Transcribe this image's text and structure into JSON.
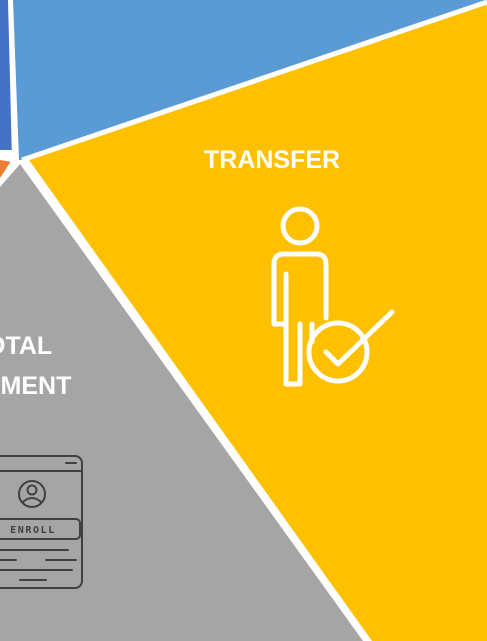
{
  "colors": {
    "blue_segment": "#5B9BD5",
    "deep_blue_sliver": "#4472C4",
    "orange_dot": "#ED7D31",
    "yellow_segment": "#FFC000",
    "gray_segment": "#A5A5A5",
    "divider": "#FFFFFF",
    "icon_stroke_transfer": "#FFFFFF",
    "icon_stroke_enroll": "#404040"
  },
  "segments": {
    "transfer": {
      "title": "TRANSFER",
      "icon": "person-check-icon"
    },
    "total_enrollment": {
      "title_line1": "OTAL",
      "title_line2": "LLMENT",
      "icon": "enroll-id-card-icon",
      "card_text": "ENROLL"
    }
  }
}
